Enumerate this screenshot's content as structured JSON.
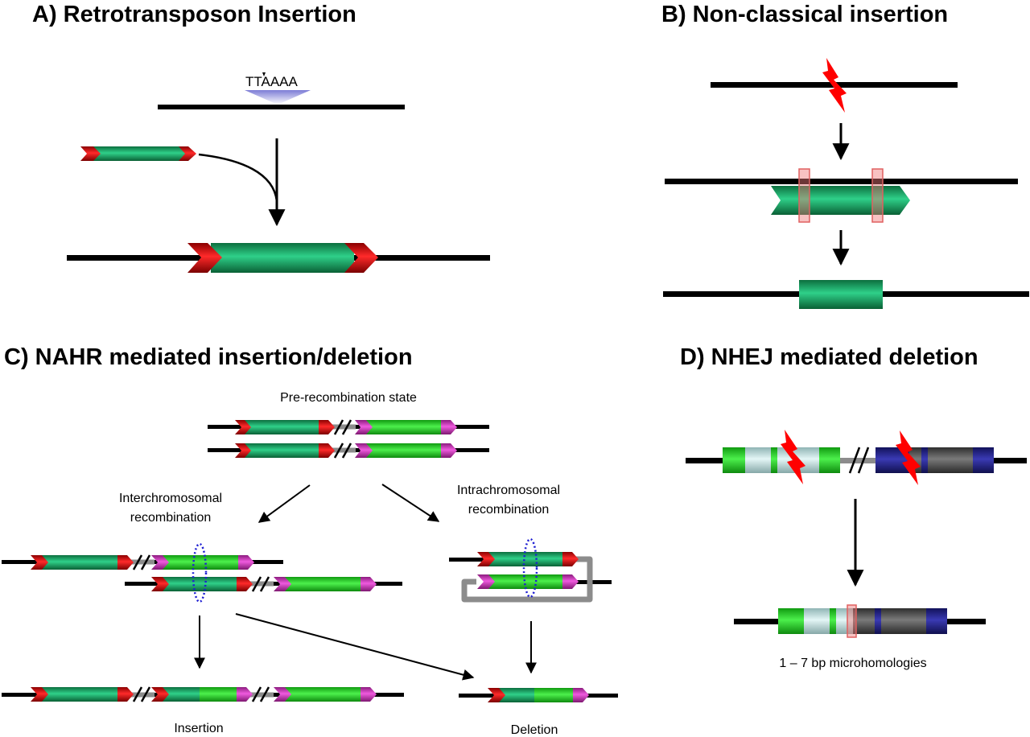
{
  "panels": {
    "a": {
      "title": "A) Retrotransposon Insertion",
      "target_sequence": "TTAAAA"
    },
    "b": {
      "title": "B) Non-classical insertion"
    },
    "c": {
      "title": "C) NAHR mediated insertion/deletion",
      "pre_state_label": "Pre-recombination state",
      "inter_label_line1": "Interchromosomal",
      "inter_label_line2": "recombination",
      "intra_label_line1": "Intrachromosomal",
      "intra_label_line2": "recombination",
      "insertion_label": "Insertion",
      "deletion_label": "Deletion"
    },
    "d": {
      "title": "D) NHEJ mediated deletion",
      "microhomology_label": "1 – 7 bp microhomologies"
    }
  },
  "colors": {
    "dna": "#000000",
    "element_green": "#14a05a",
    "bright_green": "#1ed21e",
    "ltr_red": "#d20000",
    "repeat_magenta": "#d232be",
    "linker_gray": "#8c8c8c",
    "light_blue": "#b9dcdc",
    "navy": "#232382",
    "dark_gray": "#4b4b4b",
    "bolt_red": "#ff0000",
    "highlight": "#f08080",
    "dotted_blue": "#1e1ed2",
    "wedge_blue": "#8c8cdc"
  }
}
